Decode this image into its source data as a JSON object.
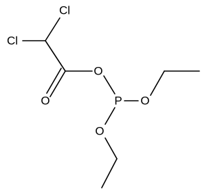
{
  "molecule": {
    "atoms": {
      "cl_top": "Cl",
      "cl_left": "Cl",
      "o_carbonyl": "O",
      "o_ester": "O",
      "p": "P",
      "o_right": "O",
      "o_bottom": "O"
    }
  }
}
